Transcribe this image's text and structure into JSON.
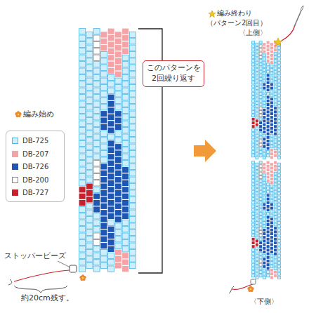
{
  "diagram": {
    "nodes": [
      {
        "text": [
          "このパターンを 2回繰り返す"
        ]
      }
    ],
    "labels": [
      "編み始め",
      "ストッパービーズ",
      "約20cm残す。",
      "編み終わり",
      "（パターン2回目）",
      "〈上側〉",
      "〈下側〉"
    ],
    "legend": [
      {
        "text": "DB-725",
        "color": "#cdeefa"
      },
      {
        "text": "DB-207",
        "color": "#f4a3a6"
      },
      {
        "text": "DB-726",
        "color": "#1e56b3"
      },
      {
        "text": "DB-200",
        "color": "#ffffff"
      },
      {
        "text": "DB-727",
        "color": "#c8202c"
      }
    ]
  }
}
